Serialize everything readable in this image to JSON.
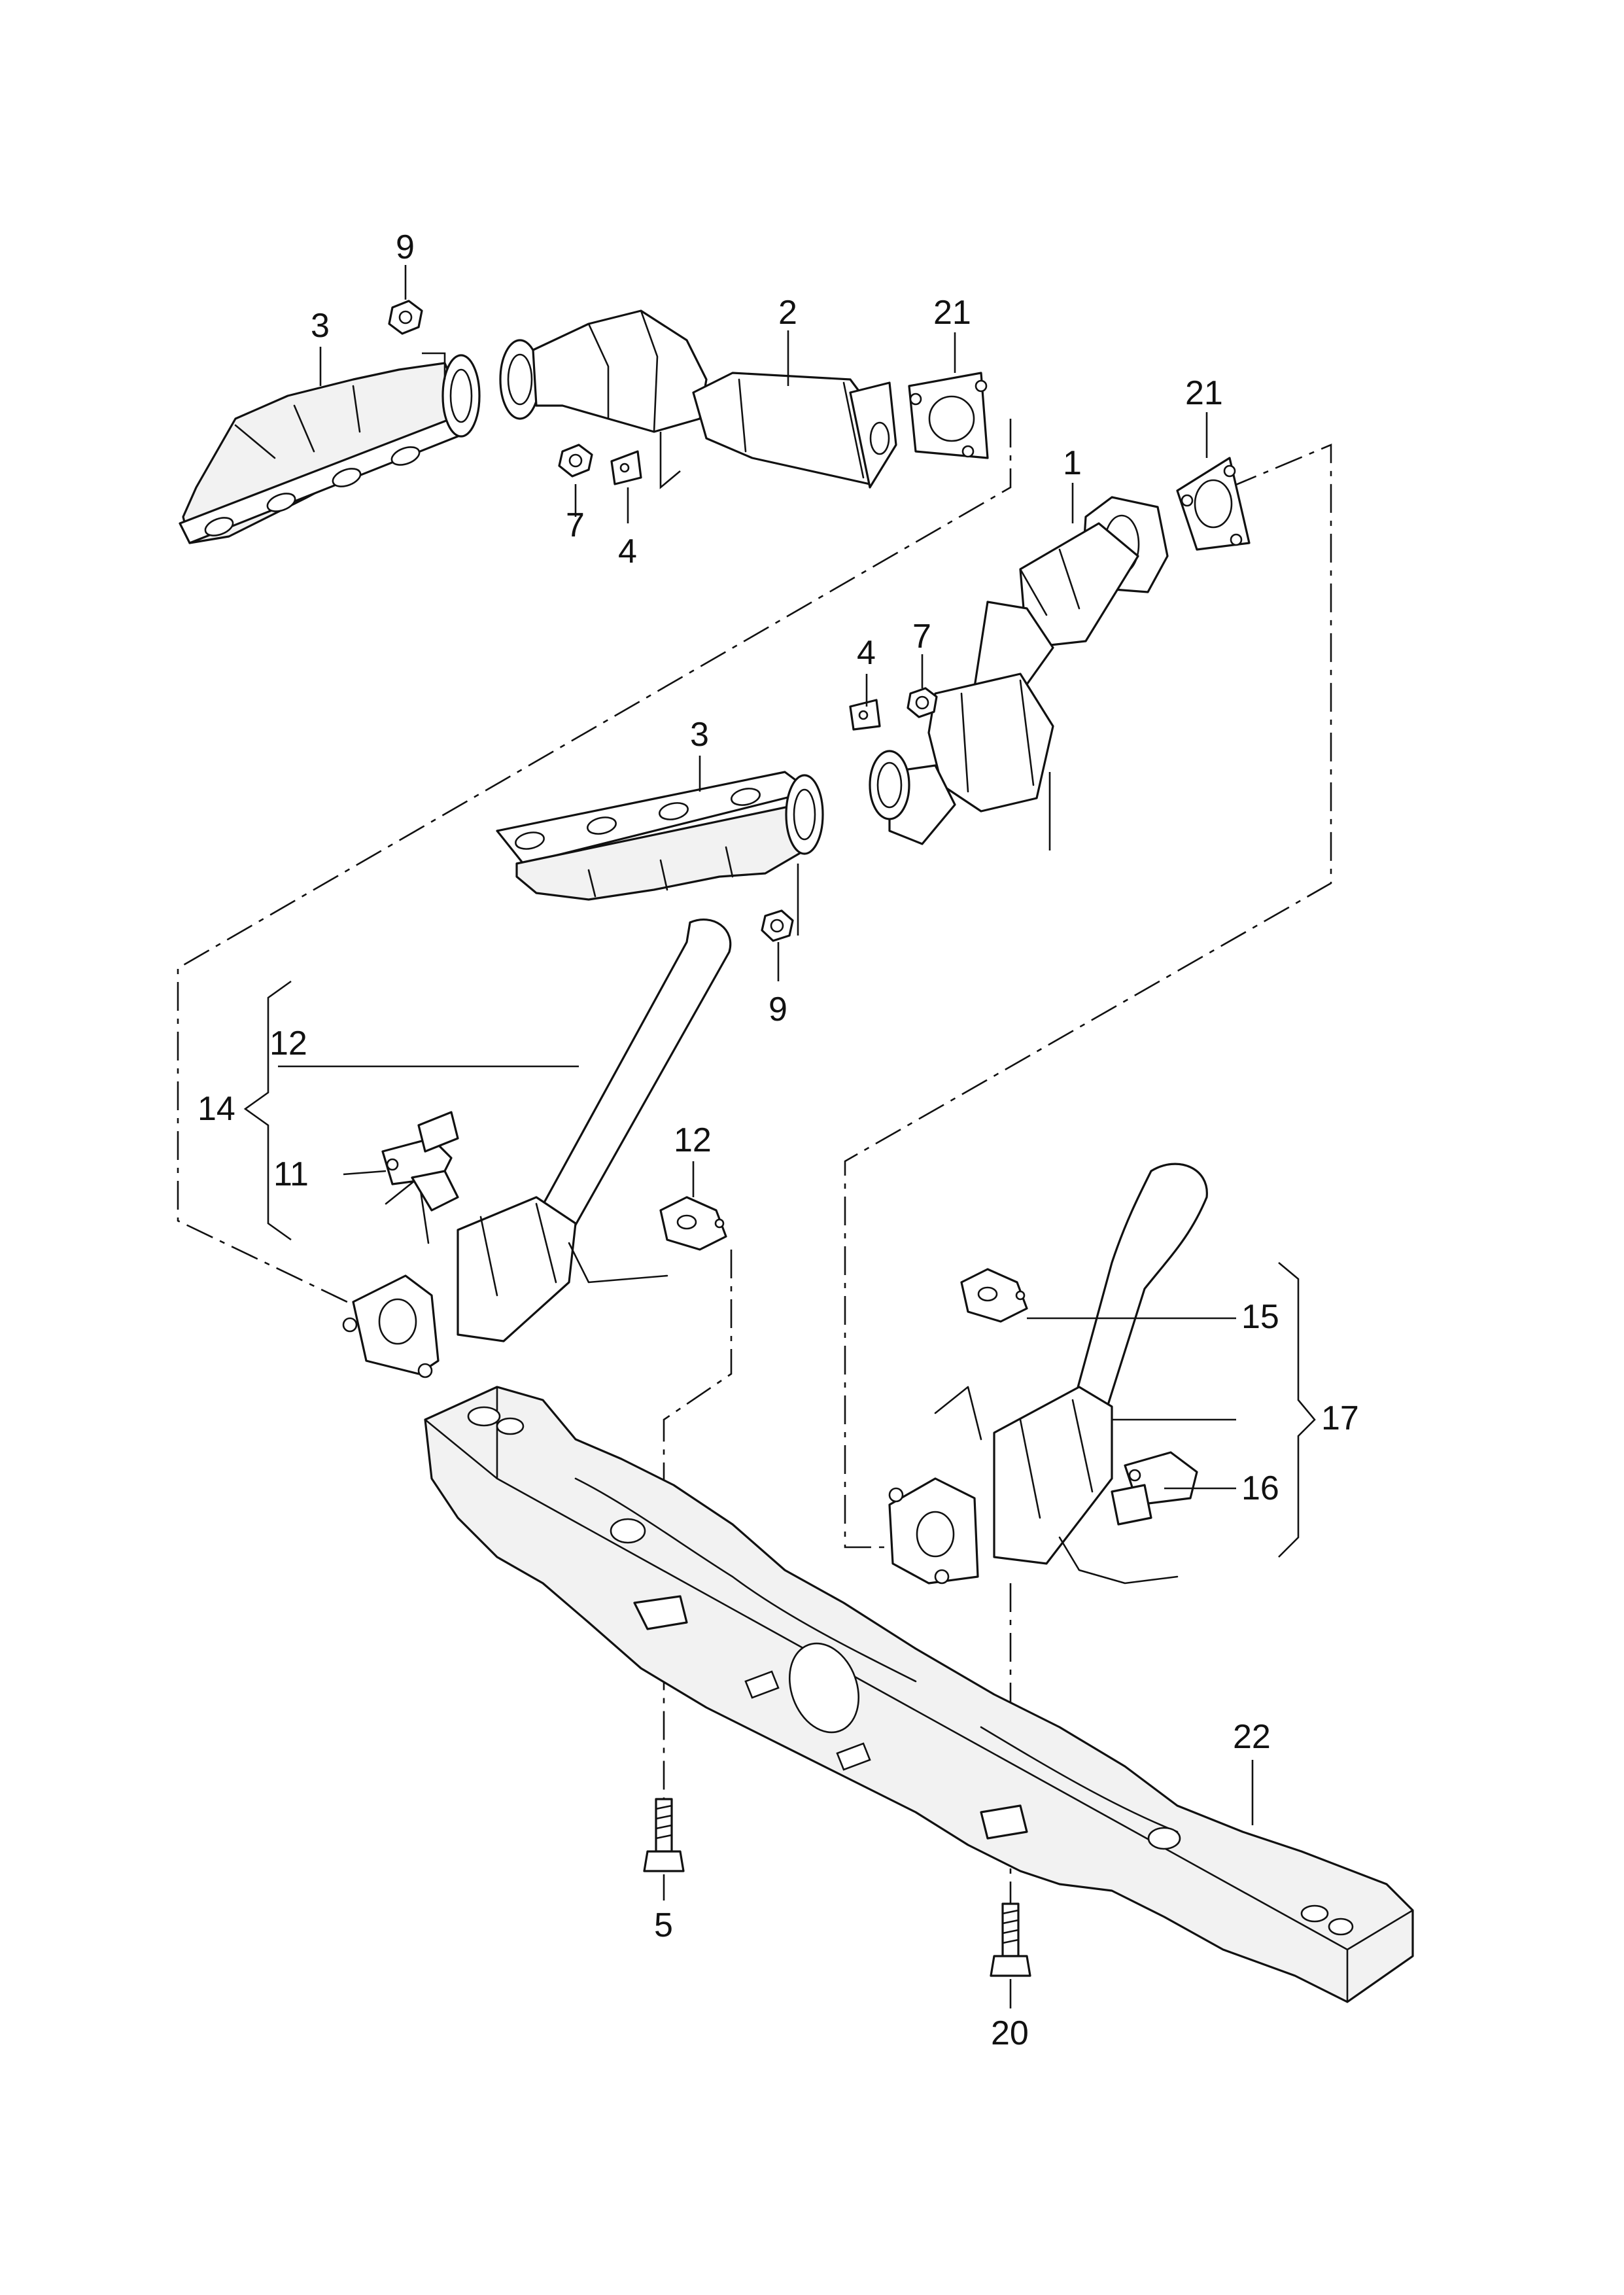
{
  "callouts": {
    "c1": "1",
    "c2": "2",
    "c3_top": "3",
    "c3_mid": "3",
    "c4_top": "4",
    "c4_mid": "4",
    "c5": "5",
    "c7_top": "7",
    "c7_mid": "7",
    "c9_top": "9",
    "c9_mid": "9",
    "c11": "11",
    "c12_left": "12",
    "c12_right": "12",
    "c14": "14",
    "c15": "15",
    "c16": "16",
    "c17": "17",
    "c20": "20",
    "c21_top": "21",
    "c21_right": "21",
    "c22": "22"
  }
}
